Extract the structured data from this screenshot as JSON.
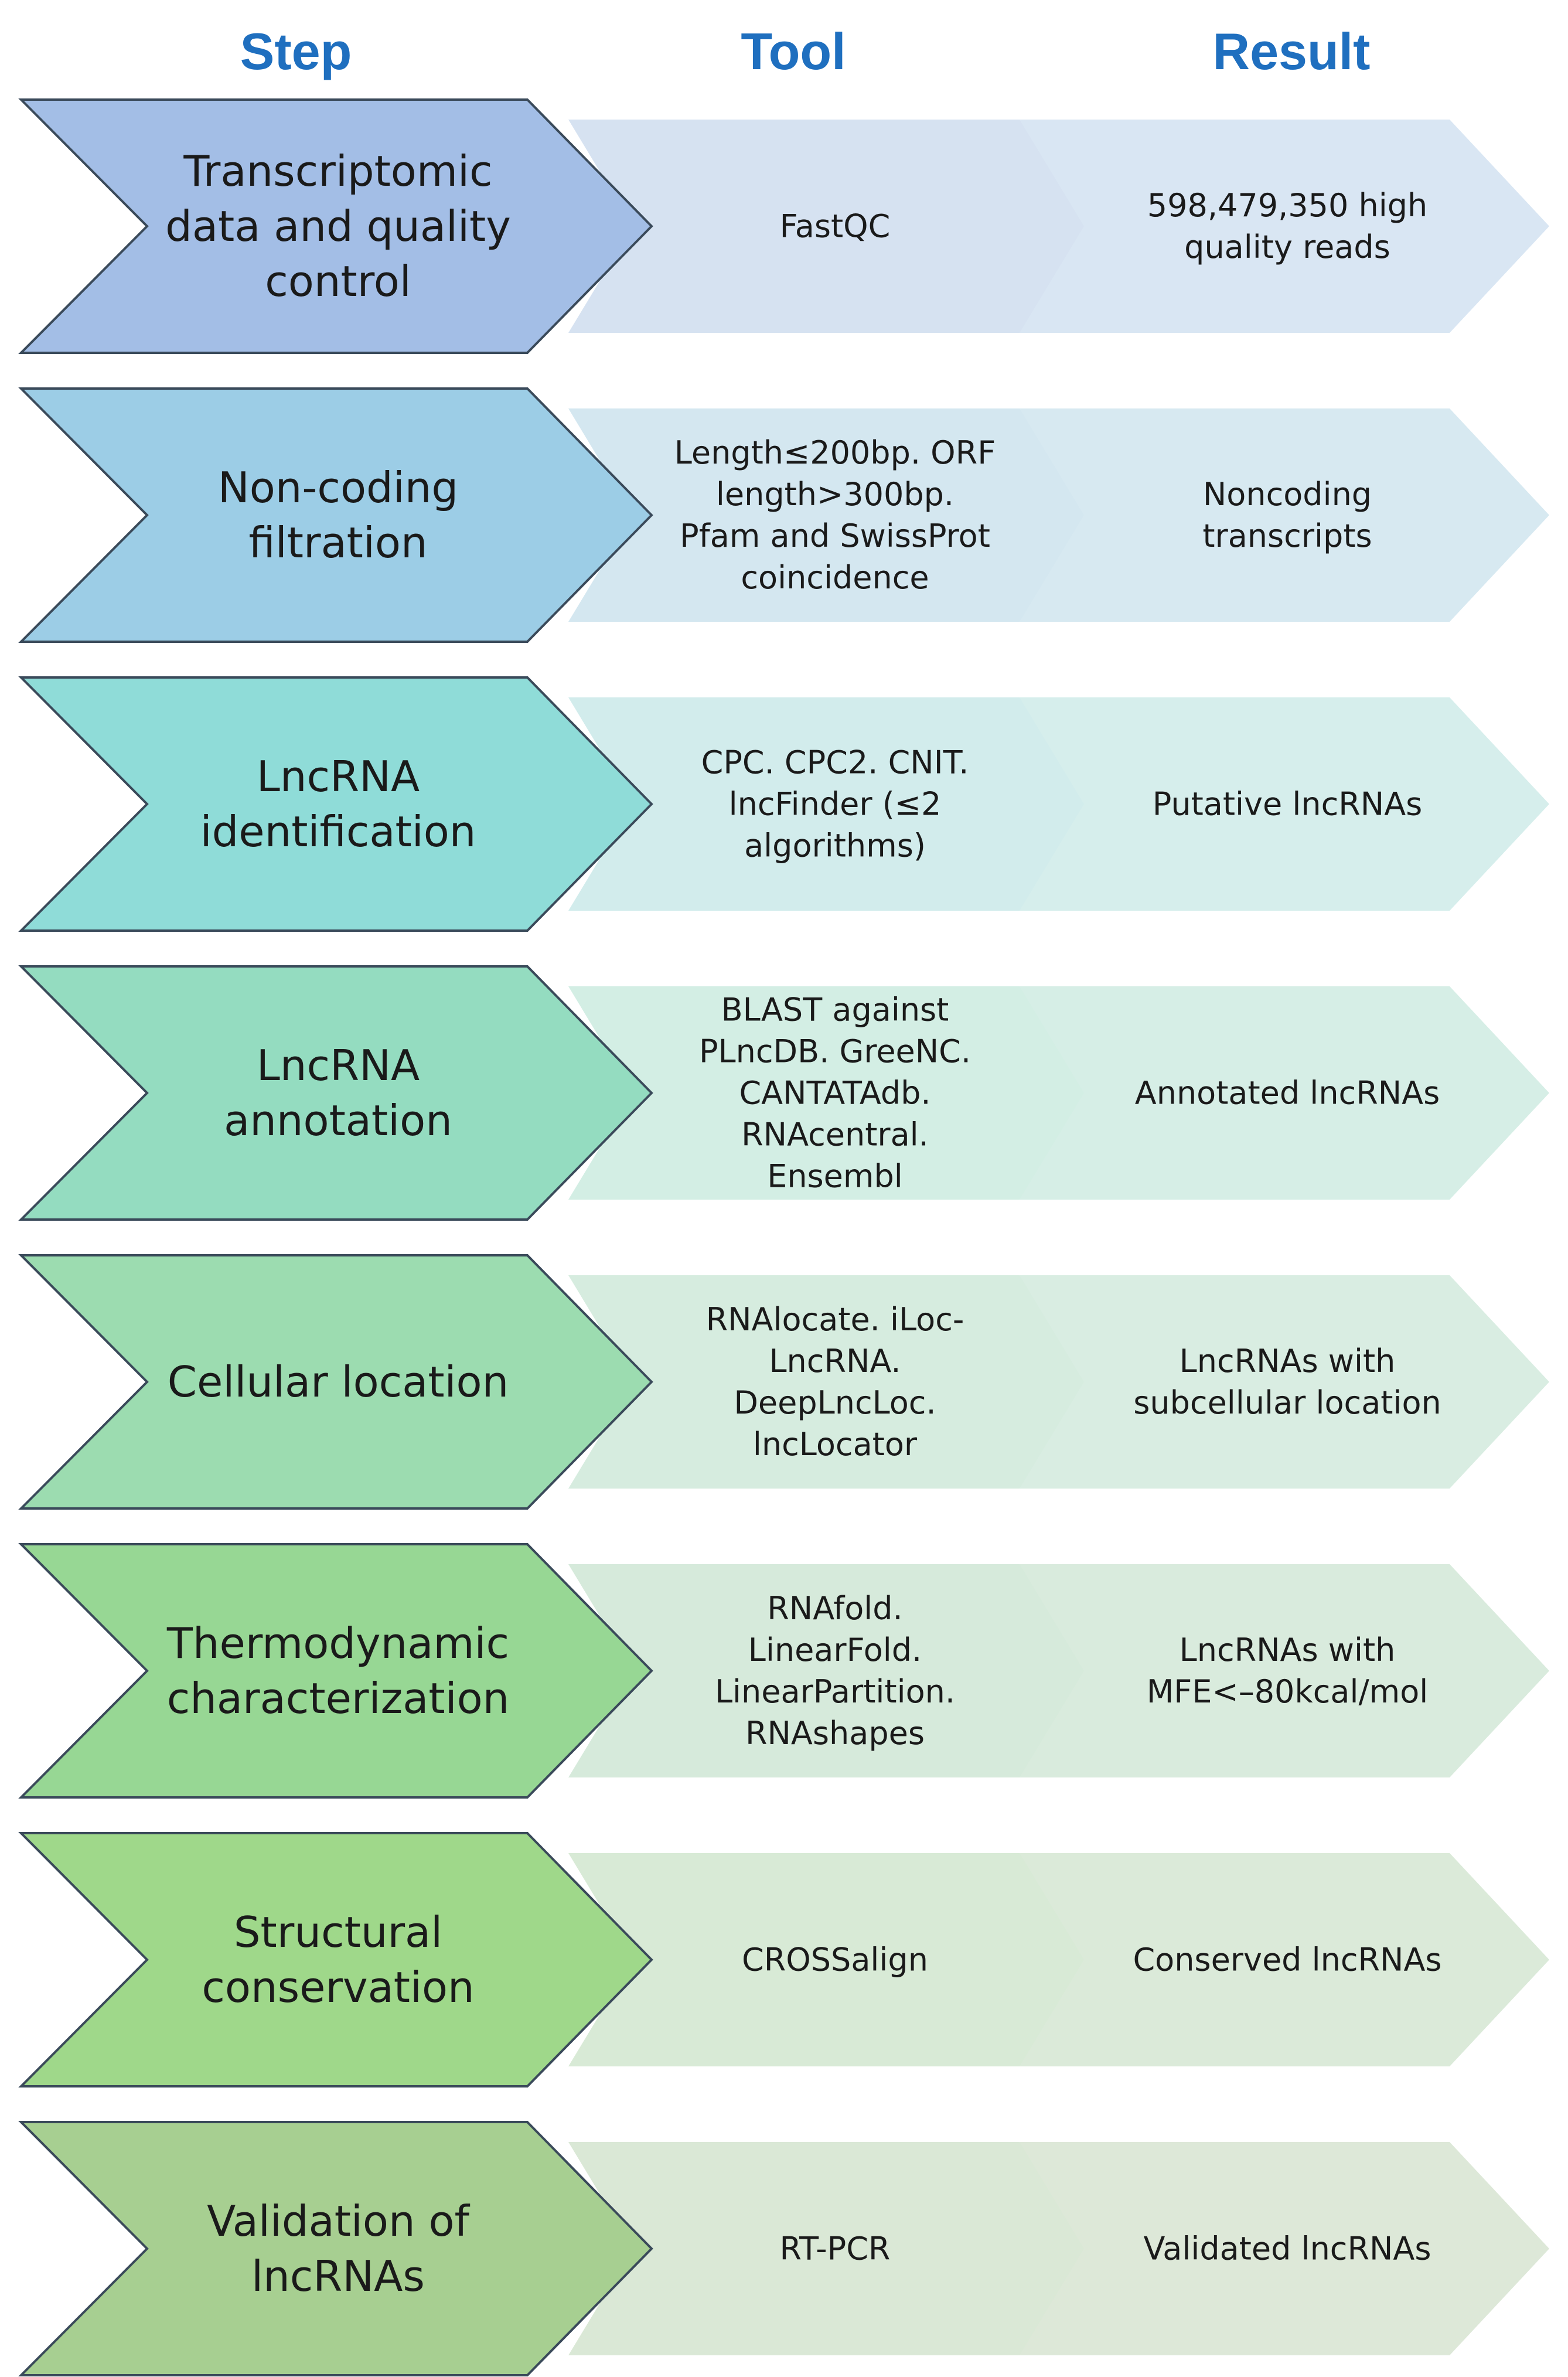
{
  "headers": {
    "step": "Step",
    "tool": "Tool",
    "result": "Result"
  },
  "colors": {
    "header_text": "#1f6fbf",
    "outline": "#3a4a5a"
  },
  "rows": [
    {
      "step": [
        "Transcriptomic",
        "data and quality",
        "control"
      ],
      "tool": [
        "FastQC"
      ],
      "result": [
        "598,479,350 high",
        "quality reads"
      ],
      "step_color": "#a3bee6",
      "tool_color": "#d6e2f1",
      "result_color": "#d9e6f3"
    },
    {
      "step": [
        "Non-coding",
        "filtration"
      ],
      "tool": [
        "Length≤200bp. ORF",
        "length>300bp.",
        "Pfam and SwissProt",
        "coincidence"
      ],
      "result": [
        "Noncoding",
        "transcripts"
      ],
      "step_color": "#9ccde6",
      "tool_color": "#d4e7f0",
      "result_color": "#d7e9f1"
    },
    {
      "step": [
        "LncRNA",
        "identification"
      ],
      "tool": [
        "CPC. CPC2. CNIT.",
        "lncFinder (≤2",
        "algorithms)"
      ],
      "result": [
        "Putative lncRNAs"
      ],
      "step_color": "#8fdcd8",
      "tool_color": "#d2ecec",
      "result_color": "#d6eeec"
    },
    {
      "step": [
        "LncRNA",
        "annotation"
      ],
      "tool": [
        "BLAST against",
        "PLncDB. GreeNC.",
        "CANTATAdb.",
        "RNAcentral.",
        "Ensembl"
      ],
      "result": [
        "Annotated lncRNAs"
      ],
      "step_color": "#94dcc0",
      "tool_color": "#d3eee4",
      "result_color": "#d6eee6"
    },
    {
      "step": [
        "Cellular location"
      ],
      "tool": [
        "RNAlocate. iLoc-",
        "LncRNA.",
        "DeepLncLoc.",
        "lncLocator"
      ],
      "result": [
        "LncRNAs with",
        "subcellular location"
      ],
      "step_color": "#9cdcb0",
      "tool_color": "#d6ecdf",
      "result_color": "#d9ede2"
    },
    {
      "step": [
        "Thermodynamic",
        "characterization"
      ],
      "tool": [
        "RNAfold.",
        "LinearFold.",
        "LinearPartition.",
        "RNAshapes"
      ],
      "result": [
        "LncRNAs with",
        "MFE<–80kcal/mol"
      ],
      "step_color": "#97d794",
      "tool_color": "#d6eadb",
      "result_color": "#d9ebdd"
    },
    {
      "step": [
        "Structural",
        "conservation"
      ],
      "tool": [
        "CROSSalign"
      ],
      "result": [
        "Conserved lncRNAs"
      ],
      "step_color": "#9fd88a",
      "tool_color": "#d8ead6",
      "result_color": "#dbead9"
    },
    {
      "step": [
        "Validation of",
        "lncRNAs"
      ],
      "tool": [
        "RT-PCR"
      ],
      "result": [
        "Validated lncRNAs"
      ],
      "step_color": "#a7cf91",
      "tool_color": "#dae8d6",
      "result_color": "#dde8d8"
    }
  ]
}
